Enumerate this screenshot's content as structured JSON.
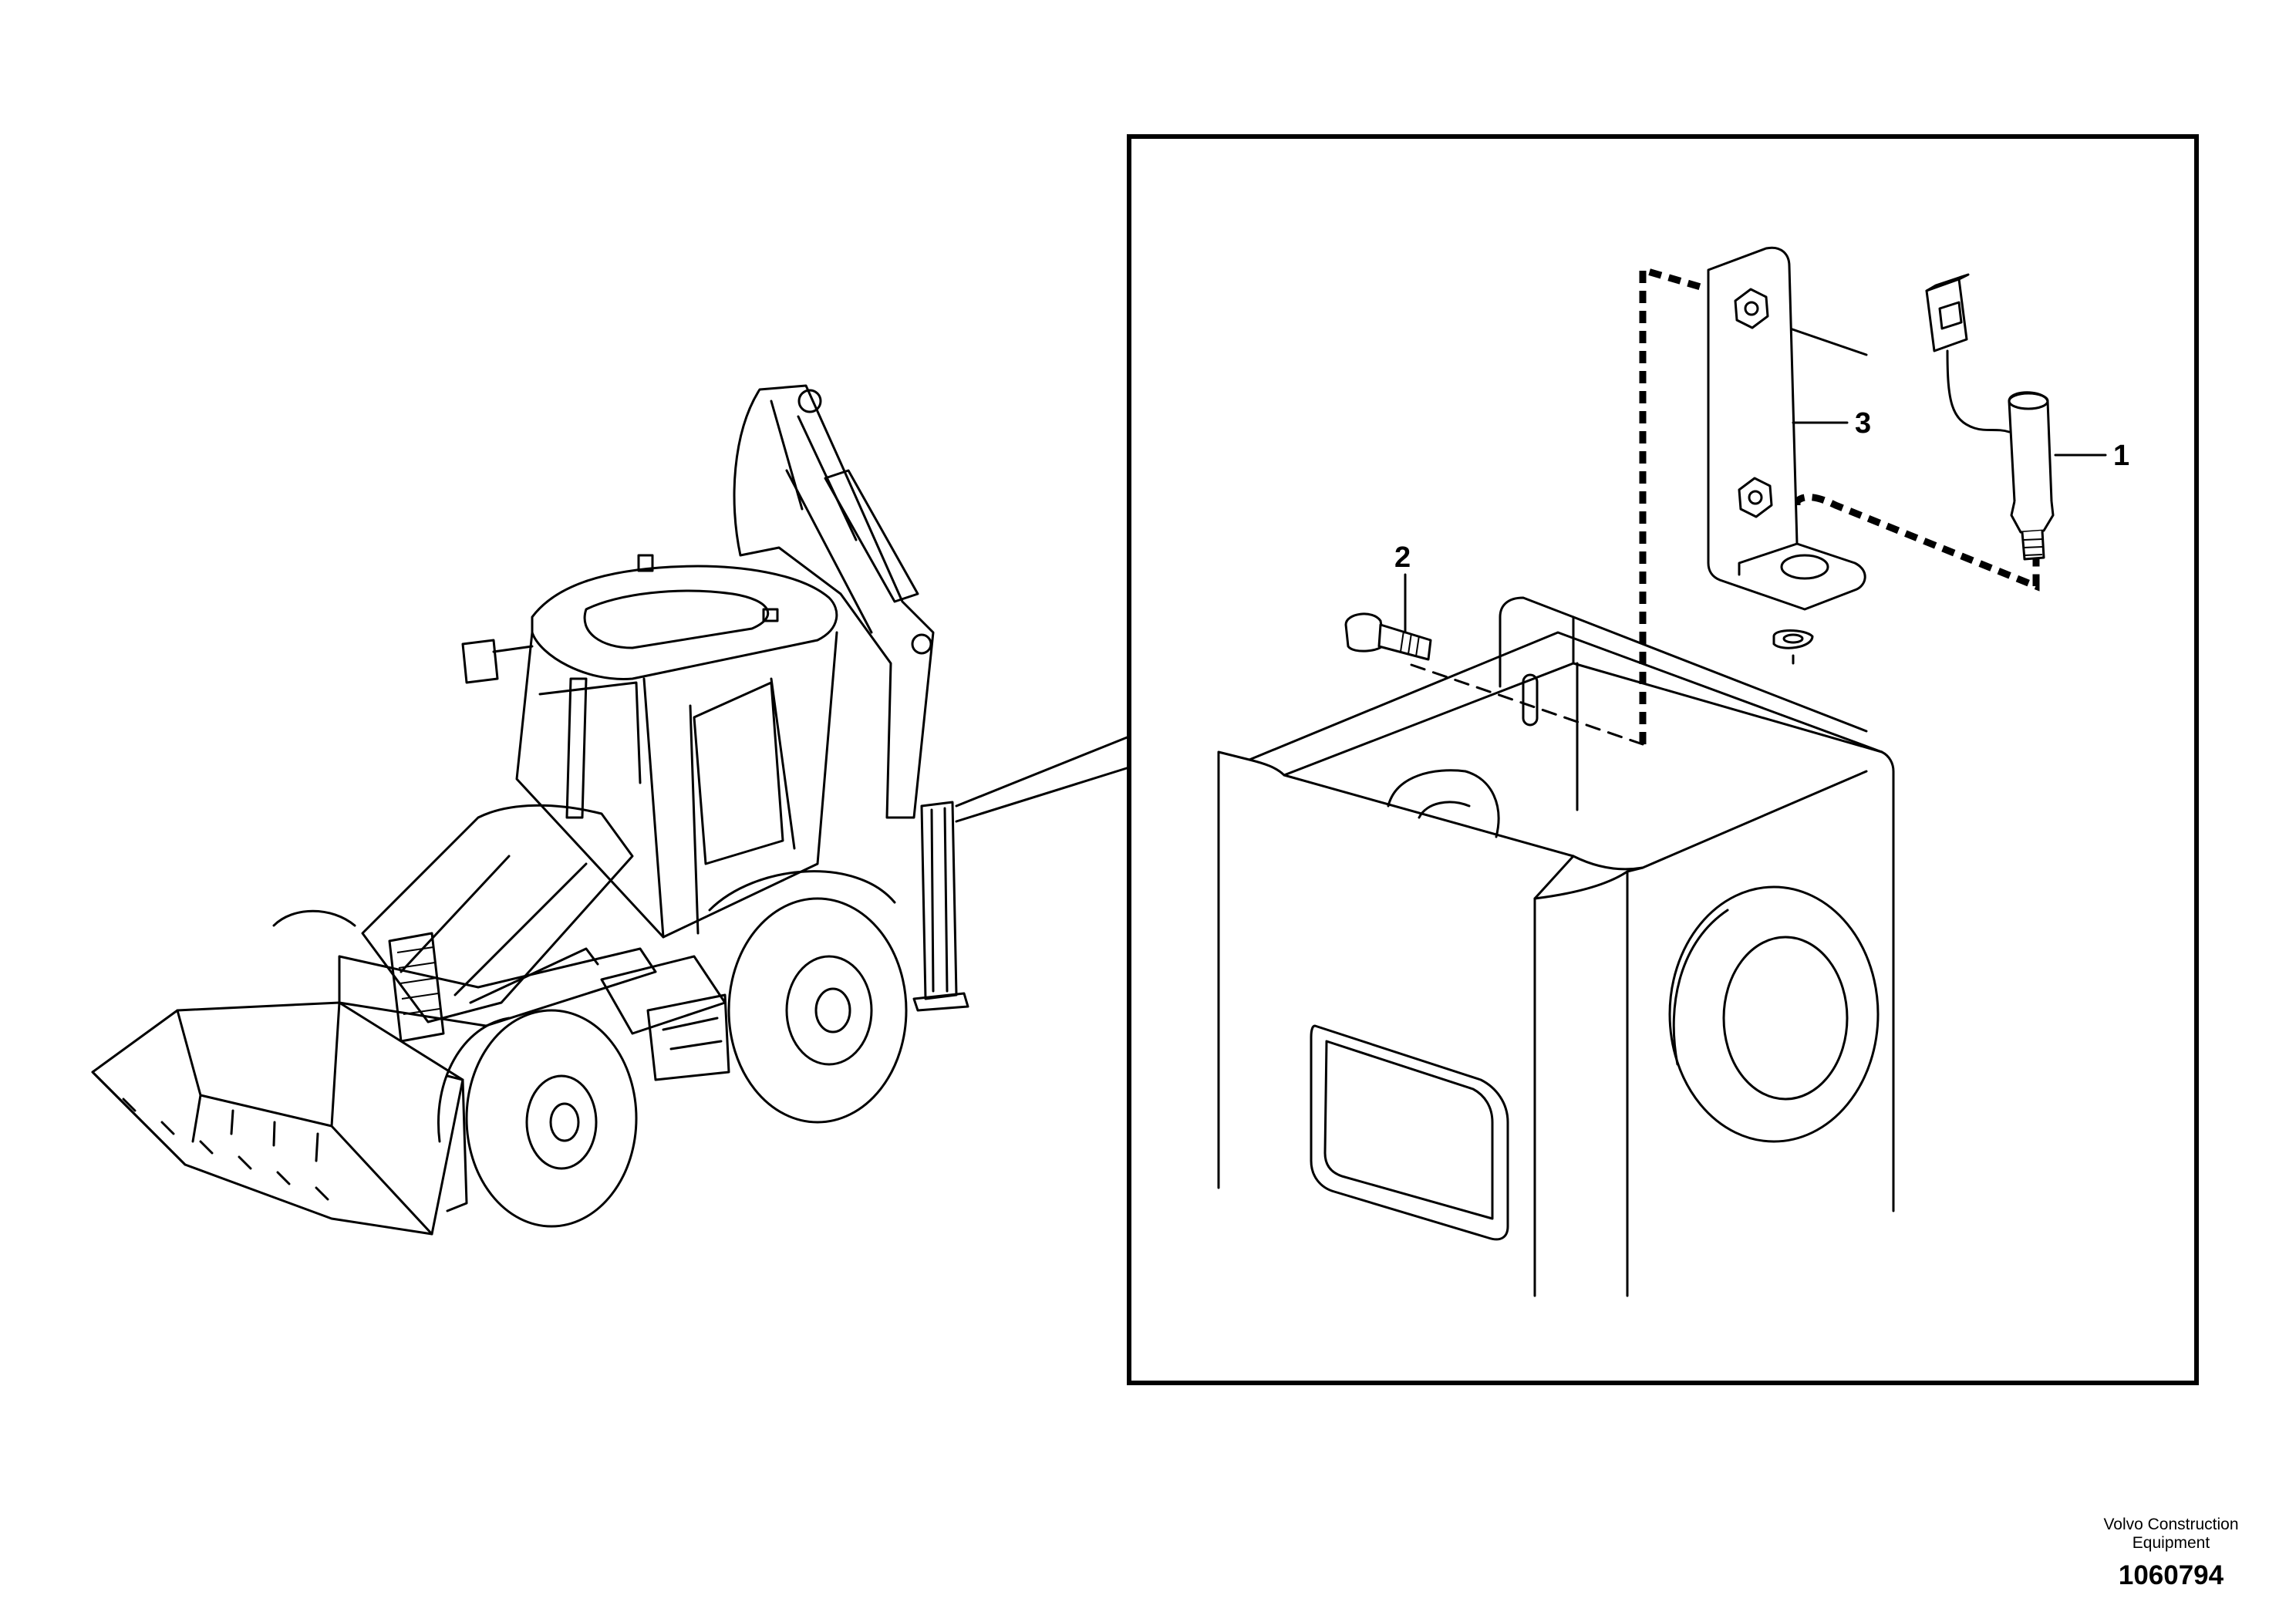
{
  "callouts": {
    "item_1": "1",
    "item_2": "2",
    "item_3": "3"
  },
  "footer": {
    "company_line1": "Volvo Construction",
    "company_line2": "Equipment",
    "drawing_number": "1060794"
  }
}
